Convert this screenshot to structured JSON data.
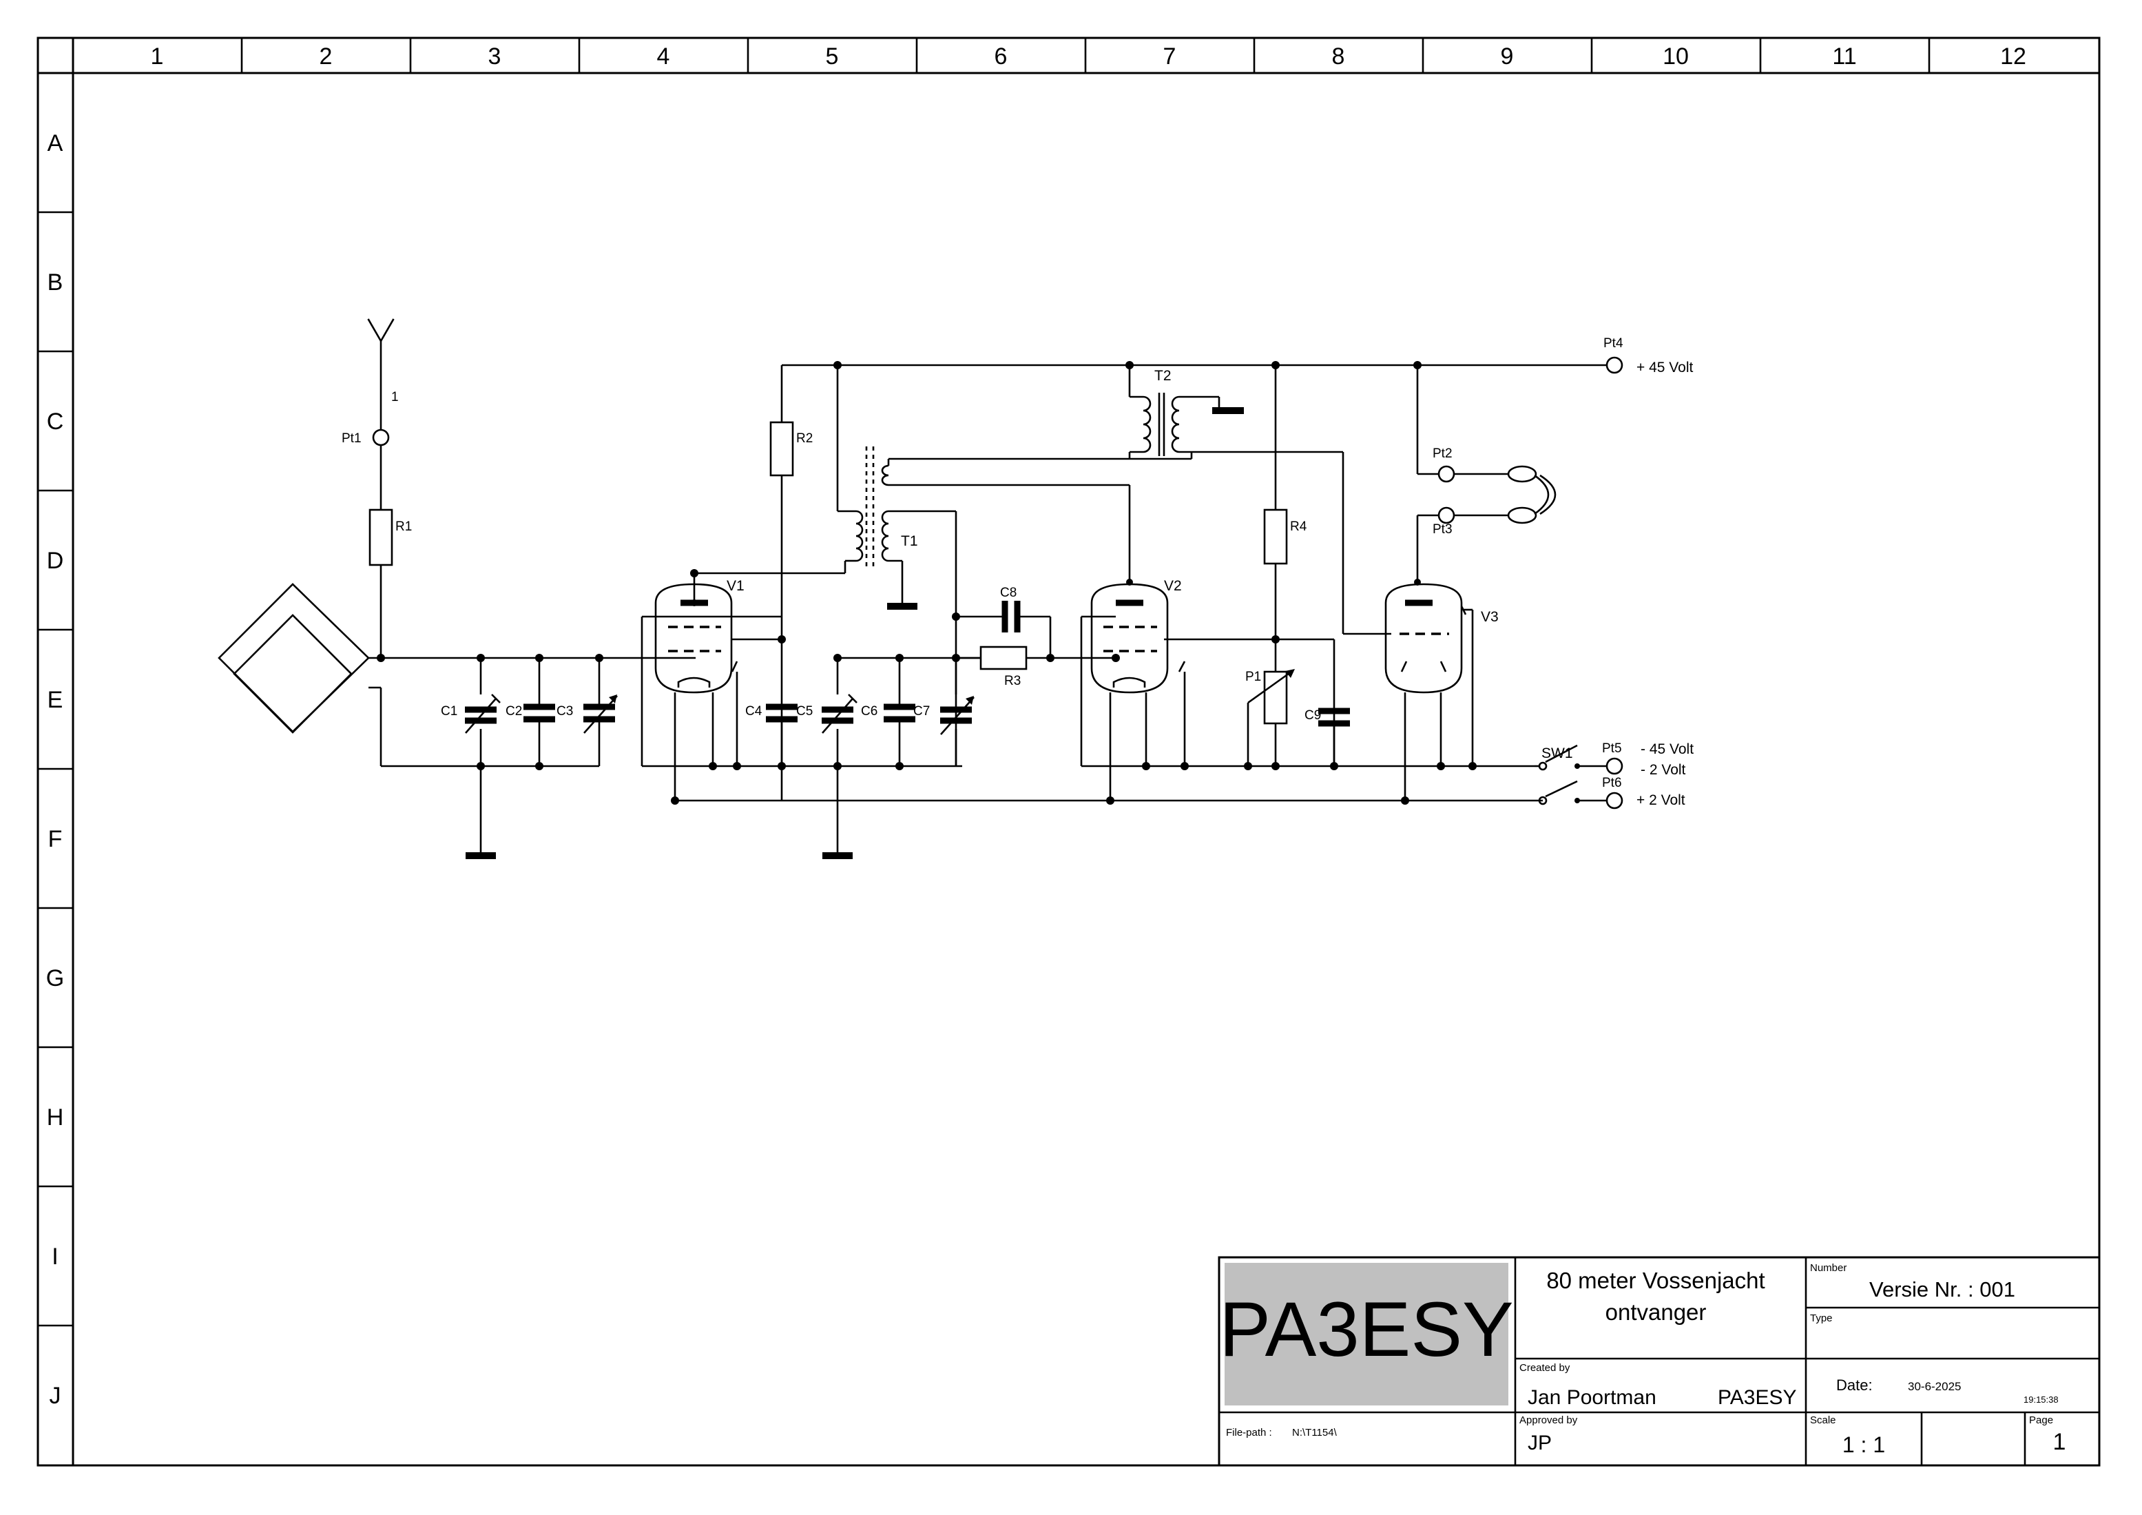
{
  "frame": {
    "columns": [
      "1",
      "2",
      "3",
      "4",
      "5",
      "6",
      "7",
      "8",
      "9",
      "10",
      "11",
      "12"
    ],
    "rows": [
      "A",
      "B",
      "C",
      "D",
      "E",
      "F",
      "G",
      "H",
      "I",
      "J"
    ]
  },
  "components": {
    "R1": "R1",
    "R2": "R2",
    "R3": "R3",
    "R4": "R4",
    "P1": "P1",
    "C1": "C1",
    "C2": "C2",
    "C3": "C3",
    "C4": "C4",
    "C5": "C5",
    "C6": "C6",
    "C7": "C7",
    "C8": "C8",
    "C9": "C9",
    "T1": "T1",
    "T2": "T2",
    "V1": "V1",
    "V2": "V2",
    "V3": "V3",
    "SW1": "SW1",
    "antenna_pin": "1"
  },
  "terminals": {
    "pt1": "Pt1",
    "pt2": "Pt2",
    "pt3": "Pt3",
    "pt4": "Pt4",
    "pt5": "Pt5",
    "pt6": "Pt6",
    "plus45": "+ 45 Volt",
    "minus45": "- 45 Volt",
    "minus2": "- 2  Volt",
    "plus2": "+ 2 Volt"
  },
  "title_block": {
    "logo": "PA3ESY",
    "title_line1": "80 meter Vossenjacht",
    "title_line2": "ontvanger",
    "number_label": "Number",
    "number_value": "Versie Nr. : 001",
    "type_label": "Type",
    "created_label": "Created by",
    "created_name": "Jan Poortman",
    "created_call": "PA3ESY",
    "date_label": "Date:",
    "date_value": "30-6-2025",
    "time_value": "19:15:38",
    "filepath_label": "File-path :",
    "filepath_value": "N:\\T1154\\",
    "approved_label": "Approved by",
    "approved_value": "JP",
    "scale_label": "Scale",
    "scale_value": "1 : 1",
    "page_label": "Page",
    "page_value": "1"
  }
}
